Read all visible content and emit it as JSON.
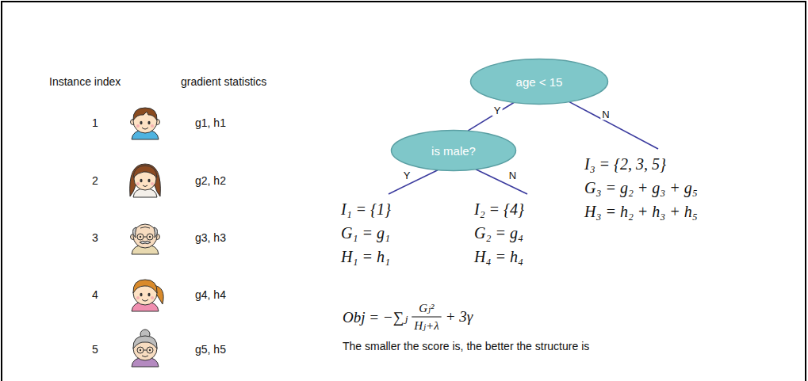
{
  "diagram": {
    "nodes": [
      {
        "text": [
          "age < 15"
        ]
      },
      {
        "text": [
          "is male?"
        ]
      },
      {
        "text": [
          "I₃ = {2, 3, 5}",
          "G₃ = g₂ + g₃ + g₅",
          "H₃ = h₂ + h₃ + h₅"
        ]
      },
      {
        "text": [
          "I₁ = {1}",
          "G₁ = g₁",
          "H₁ = h₁"
        ]
      },
      {
        "text": [
          "I₂ = {4}",
          "G₂ = g₄",
          "H₄ = h₄"
        ]
      }
    ],
    "edges": [
      {
        "from": 0,
        "to": 1,
        "arrow": "none",
        "label": "Y"
      },
      {
        "from": 0,
        "to": 2,
        "arrow": "none",
        "label": "N"
      },
      {
        "from": 1,
        "to": 3,
        "arrow": "none",
        "label": "Y"
      },
      {
        "from": 1,
        "to": 4,
        "arrow": "none",
        "label": "N"
      }
    ],
    "labels": [
      "Instance index",
      "gradient statistics",
      "1",
      "g1, h1",
      "2",
      "g2, h2",
      "3",
      "g3, h3",
      "4",
      "g4, h4",
      "5",
      "g5, h5",
      "Obj = −∑ⱼ",
      "Gⱼ²",
      "Hⱼ+λ",
      "+ 3γ",
      "The smaller the score is, the better the structure is"
    ]
  }
}
